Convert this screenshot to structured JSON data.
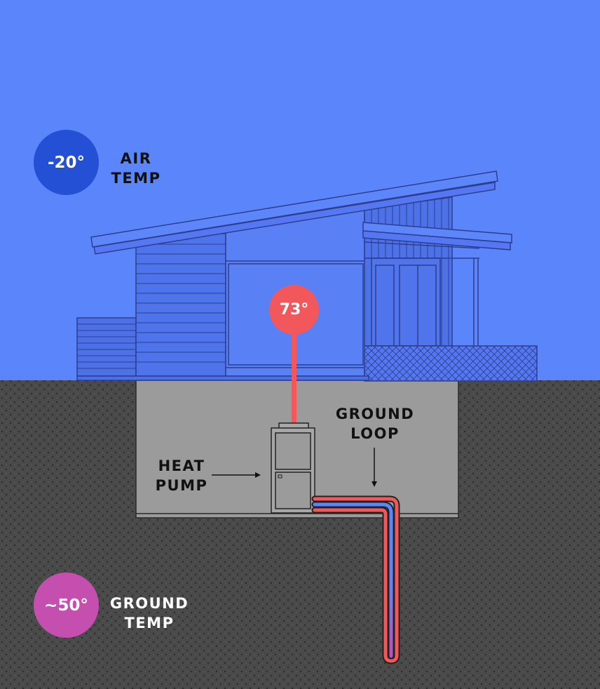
{
  "air": {
    "temp": "-20°",
    "label_line1": "AIR",
    "label_line2": "TEMP"
  },
  "indoor": {
    "temp": "73°"
  },
  "heat_pump": {
    "label_line1": "HEAT",
    "label_line2": "PUMP"
  },
  "ground_loop": {
    "label_line1": "GROUND",
    "label_line2": "LOOP"
  },
  "ground": {
    "temp": "~50°",
    "label_line1": "GROUND",
    "label_line2": "TEMP"
  },
  "colors": {
    "sky": "#5b86fb",
    "house_line": "#2c3f8e",
    "soil": "#4a4a4a",
    "basement": "#9b9b9b",
    "air_badge": "#2350d4",
    "indoor_badge": "#f2585b",
    "ground_badge": "#c44fae",
    "hot_pipe": "#f2585b",
    "cold_pipe": "#5b86fb"
  }
}
